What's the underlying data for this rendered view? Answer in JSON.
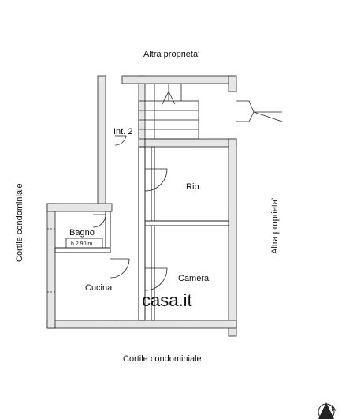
{
  "labels": {
    "top": "Altra proprieta'",
    "right": "Altra proprieta'",
    "left": "Cortile condominiale",
    "bottom": "Cortile condominiale",
    "entrance": "Int. 2",
    "rip": "Rip.",
    "bagno": "Bagno",
    "bagno_height": "h 2.90 m",
    "cucina": "Cucina",
    "camera": "Camera",
    "watermark": "casa.it",
    "north": "N"
  }
}
